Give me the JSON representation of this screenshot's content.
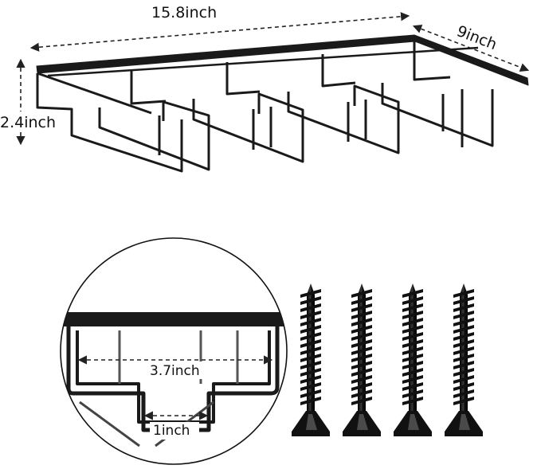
{
  "dimensions": {
    "length": "15.8inch",
    "depth": "9inch",
    "height": "2.4inch",
    "slot_width": "3.7inch",
    "slot_gap": "1inch"
  },
  "colors": {
    "metal": "#1a1a1a",
    "dash": "#222222",
    "background": "#ffffff"
  },
  "parts": {
    "screw_count": 4
  }
}
